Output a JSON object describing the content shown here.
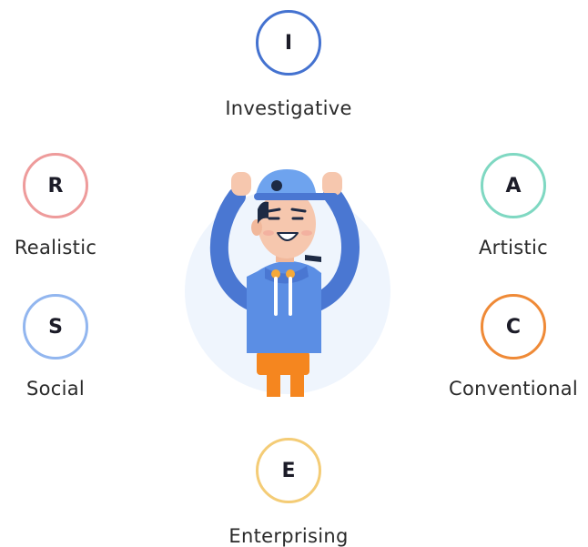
{
  "types": {
    "investigative": {
      "letter": "I",
      "label": "Investigative",
      "color": "#4472d0"
    },
    "realistic": {
      "letter": "R",
      "label": "Realistic",
      "color": "#ee9b9b"
    },
    "artistic": {
      "letter": "A",
      "label": "Artistic",
      "color": "#7fd8c2"
    },
    "social": {
      "letter": "S",
      "label": "Social",
      "color": "#92b6ef"
    },
    "conventional": {
      "letter": "C",
      "label": "Conventional",
      "color": "#ef8a37"
    },
    "enterprising": {
      "letter": "E",
      "label": "Enterprising",
      "color": "#f4cc76"
    }
  },
  "illustration": {
    "icon": "cheering-person-icon"
  }
}
